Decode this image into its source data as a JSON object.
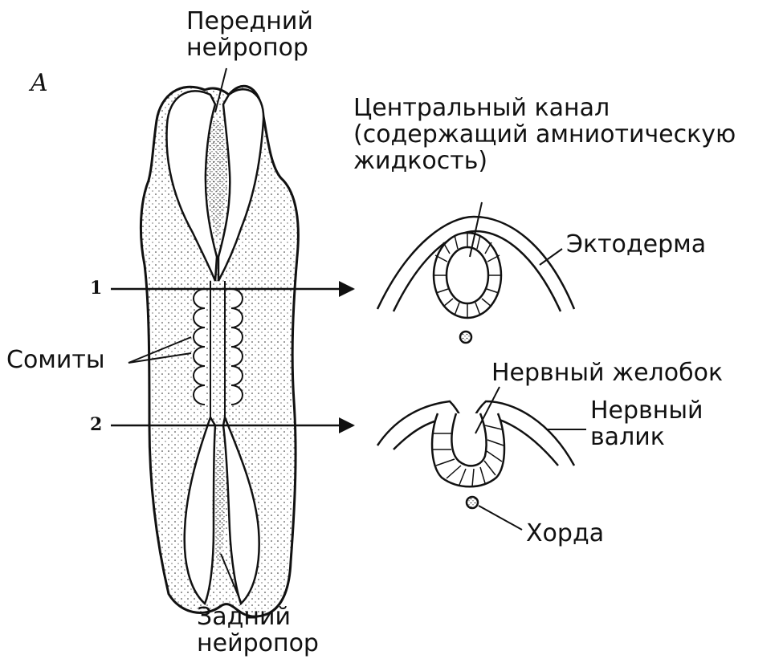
{
  "panel_letter": "A",
  "labels": {
    "anterior_neuropore": "Передний нейропор",
    "central_canal": "Центральный канал (содержащий амниотическую жидкость)",
    "ectoderm": "Эктодерма",
    "somites": "Сомиты",
    "neural_groove": "Нервный желобок",
    "neural_fold": "Нервный валик",
    "notochord": "Хорда",
    "posterior_neuropore": "Задний нейропор"
  },
  "section_markers": [
    "1",
    "2"
  ],
  "colors": {
    "ink": "#111111",
    "fill": "#f4f4f4"
  }
}
